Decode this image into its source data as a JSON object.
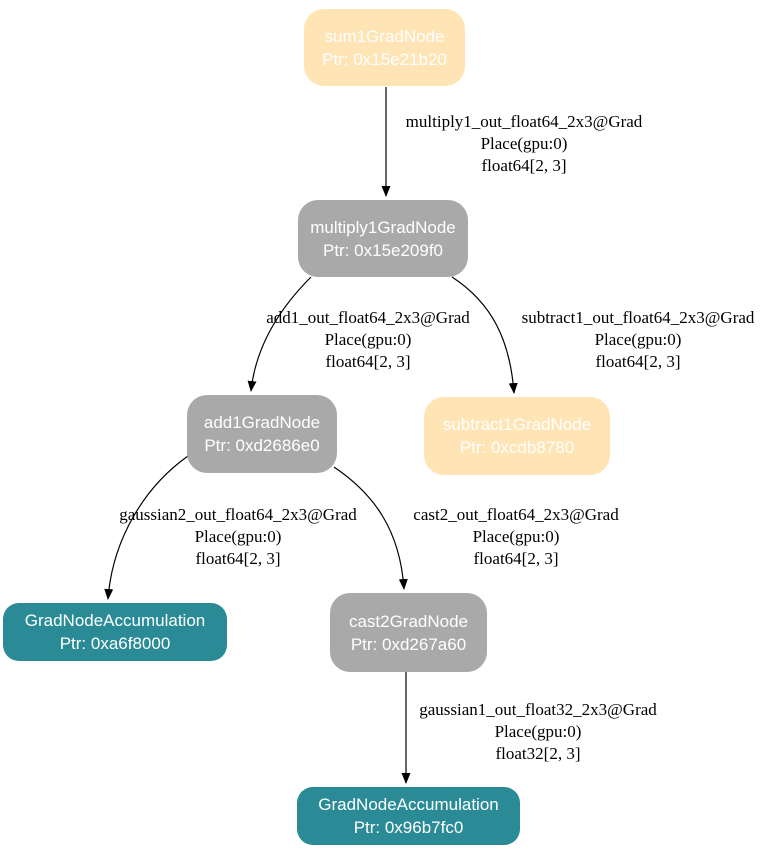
{
  "diagram": {
    "type": "autograd-backward-graph",
    "background": "#ffffff",
    "colors": {
      "wheat_node_fill": "#ffe4b5",
      "gray_node_fill": "#a9a9a9",
      "teal_node_fill": "#2a8b96",
      "node_text": "#ffffff",
      "edge_line": "#000000",
      "edge_label_text": "#000000"
    },
    "nodes": [
      {
        "name": "sum1GradNode",
        "ptr": "Ptr: 0x15e21b20",
        "fill": "#ffe4b5"
      },
      {
        "name": "multiply1GradNode",
        "ptr": "Ptr: 0x15e209f0",
        "fill": "#a9a9a9"
      },
      {
        "name": "add1GradNode",
        "ptr": "Ptr: 0xd2686e0",
        "fill": "#a9a9a9"
      },
      {
        "name": "subtract1GradNode",
        "ptr": "Ptr: 0xcdb8780",
        "fill": "#ffe4b5"
      },
      {
        "name": "GradNodeAccumulation",
        "ptr": "Ptr: 0xa6f8000",
        "fill": "#2a8b96"
      },
      {
        "name": "cast2GradNode",
        "ptr": "Ptr: 0xd267a60",
        "fill": "#a9a9a9"
      },
      {
        "name": "GradNodeAccumulation",
        "ptr": "Ptr: 0x96b7fc0",
        "fill": "#2a8b96"
      }
    ],
    "edges": [
      {
        "from": "sum1GradNode",
        "to": "multiply1GradNode",
        "tensor": "multiply1_out_float64_2x3@Grad",
        "place": "Place(gpu:0)",
        "dtype": "float64[2, 3]"
      },
      {
        "from": "multiply1GradNode",
        "to": "add1GradNode",
        "tensor": "add1_out_float64_2x3@Grad",
        "place": "Place(gpu:0)",
        "dtype": "float64[2, 3]"
      },
      {
        "from": "multiply1GradNode",
        "to": "subtract1GradNode",
        "tensor": "subtract1_out_float64_2x3@Grad",
        "place": "Place(gpu:0)",
        "dtype": "float64[2, 3]"
      },
      {
        "from": "add1GradNode",
        "to": "GradNodeAccumulation",
        "tensor": "gaussian2_out_float64_2x3@Grad",
        "place": "Place(gpu:0)",
        "dtype": "float64[2, 3]"
      },
      {
        "from": "add1GradNode",
        "to": "cast2GradNode",
        "tensor": "cast2_out_float64_2x3@Grad",
        "place": "Place(gpu:0)",
        "dtype": "float64[2, 3]"
      },
      {
        "from": "cast2GradNode",
        "to": "GradNodeAccumulation",
        "tensor": "gaussian1_out_float32_2x3@Grad",
        "place": "Place(gpu:0)",
        "dtype": "float32[2, 3]"
      }
    ]
  }
}
